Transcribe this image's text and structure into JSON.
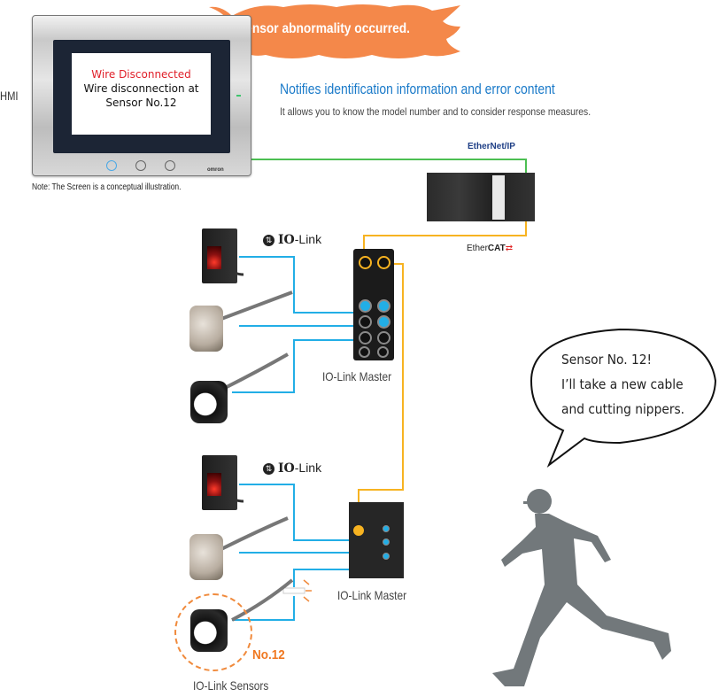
{
  "hmi": {
    "label": "HMI",
    "screen_title": "Wire Disconnected",
    "screen_message_line1": "Wire disconnection at",
    "screen_message_line2": "Sensor No.12",
    "brand": "omron",
    "note": "Note: The Screen is a conceptual illustration."
  },
  "alert": {
    "text": "Sensor abnormality occurred.",
    "color": "#f4884a"
  },
  "notice": {
    "title": "Notifies identification information and error content",
    "subtitle": "It allows you to know the model number and to consider response measures."
  },
  "network": {
    "ethernet_ip_label": "EtherNet/IP",
    "ethercat_label_prefix": "Ether",
    "ethercat_label_bold": "CAT",
    "ethernet_ip_color": "#4cbf52",
    "ethercat_color": "#f7b321",
    "io_link_color": "#22aee6"
  },
  "io_link": {
    "logo_text_bold": "IO",
    "logo_text_rest": "-Link",
    "master_label_top": "IO-Link Master",
    "master_label_bottom": "IO-Link Master"
  },
  "sensors": {
    "highlight_label": "No.12",
    "group_label": "IO-Link Sensors",
    "highlight_color": "#f07820"
  },
  "speech": {
    "line1": "Sensor No. 12!",
    "line2": "I’ll take a new cable",
    "line3": "and cutting nippers."
  }
}
